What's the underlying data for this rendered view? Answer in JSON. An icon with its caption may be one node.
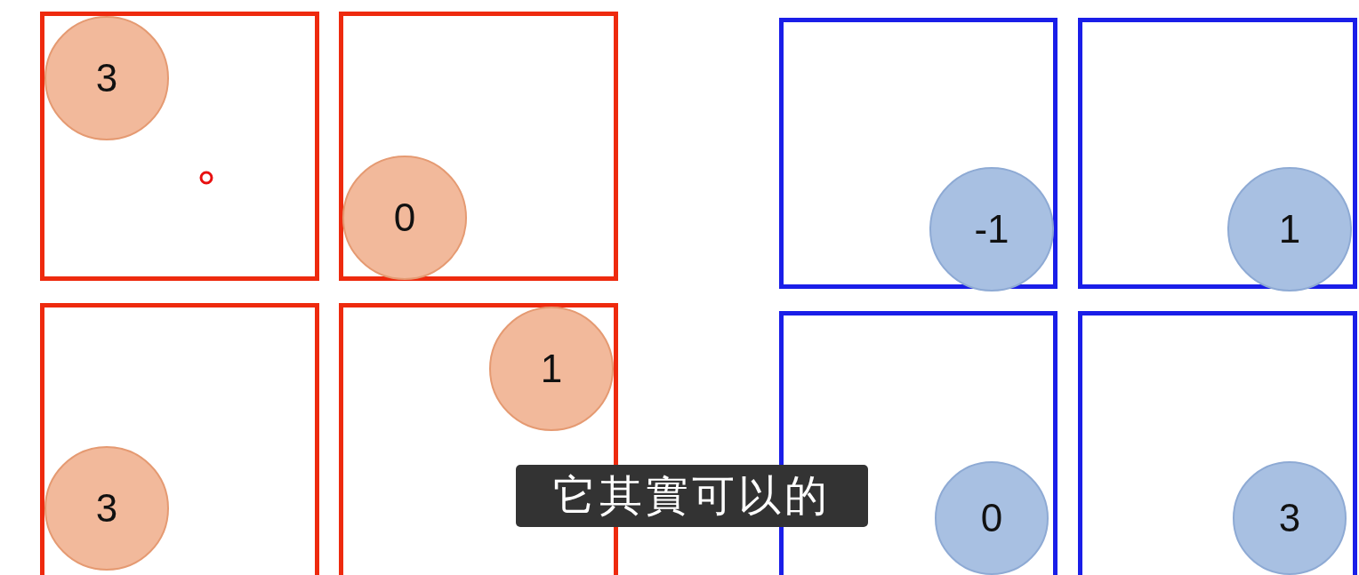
{
  "diagram": {
    "nodes": [
      {
        "text": [],
        "shape": "box"
      },
      {
        "text": [
          "3"
        ],
        "in": 0
      },
      {
        "text": [],
        "shape": "box"
      },
      {
        "text": [
          "0"
        ],
        "in": 2
      },
      {
        "text": [],
        "shape": "box"
      },
      {
        "text": [
          "-1"
        ],
        "in": 4
      },
      {
        "text": [],
        "shape": "box"
      },
      {
        "text": [
          "1"
        ],
        "in": 6
      },
      {
        "text": [],
        "shape": "box"
      },
      {
        "text": [
          "3"
        ],
        "in": 8
      },
      {
        "text": [],
        "shape": "box"
      },
      {
        "text": [
          "1"
        ],
        "in": 10
      },
      {
        "text": [],
        "shape": "box"
      },
      {
        "text": [
          "0"
        ],
        "in": 12
      },
      {
        "text": [],
        "shape": "box"
      },
      {
        "text": [
          "3"
        ],
        "in": 14
      }
    ],
    "labels": [
      "它其實可以的"
    ]
  }
}
